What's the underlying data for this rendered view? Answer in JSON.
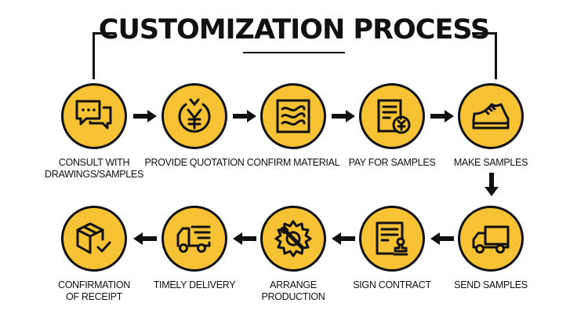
{
  "title": "CUSTOMIZATION PROCESS",
  "colors": {
    "accent": "#f7c233",
    "outline": "#111111"
  },
  "steps": [
    {
      "label_line1": "CONSULT WITH",
      "label_line2": "DRAWINGS/SAMPLES",
      "icon": "chat-bubbles-icon"
    },
    {
      "label_line1": "PROVIDE QUOTATION",
      "label_line2": "",
      "icon": "yen-coin-icon"
    },
    {
      "label_line1": "CONFIRM MATERIAL",
      "label_line2": "",
      "icon": "fabric-material-icon"
    },
    {
      "label_line1": "PAY FOR SAMPLES",
      "label_line2": "",
      "icon": "invoice-yen-icon"
    },
    {
      "label_line1": "MAKE SAMPLES",
      "label_line2": "",
      "icon": "shoe-icon"
    },
    {
      "label_line1": "SEND SAMPLES",
      "label_line2": "",
      "icon": "delivery-truck-icon"
    },
    {
      "label_line1": "SIGN CONTRACT",
      "label_line2": "",
      "icon": "contract-stamp-icon"
    },
    {
      "label_line1": "ARRANGE",
      "label_line2": "PRODUCTION",
      "icon": "gear-wrench-icon"
    },
    {
      "label_line1": "TIMELY DELIVERY",
      "label_line2": "",
      "icon": "fast-truck-icon"
    },
    {
      "label_line1": "CONFIRMATION",
      "label_line2": "OF RECEIPT",
      "icon": "box-check-icon"
    }
  ]
}
